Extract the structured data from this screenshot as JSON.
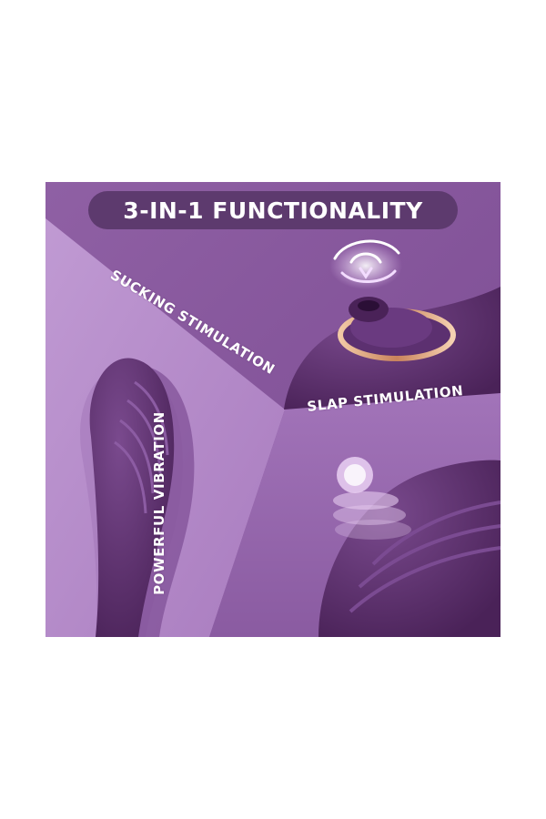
{
  "title": "3-IN-1 FUNCTIONALITY",
  "features": {
    "sucking": "SUCKING STIMULATION",
    "slap": "SLAP STIMULATION",
    "vibration": "POWERFUL VIBRATION"
  },
  "colors": {
    "panel_top": "#8e5fa3",
    "panel_left": "#b48ac9",
    "panel_right": "#9a6cb0",
    "product_purple": "#5a2f6b",
    "title_pill": "#5d3a6e",
    "accent_rose_gold": "#d49a72"
  },
  "icons": {
    "suction": "suction-swirl-icon",
    "tap": "tapping-pulse-icon"
  }
}
